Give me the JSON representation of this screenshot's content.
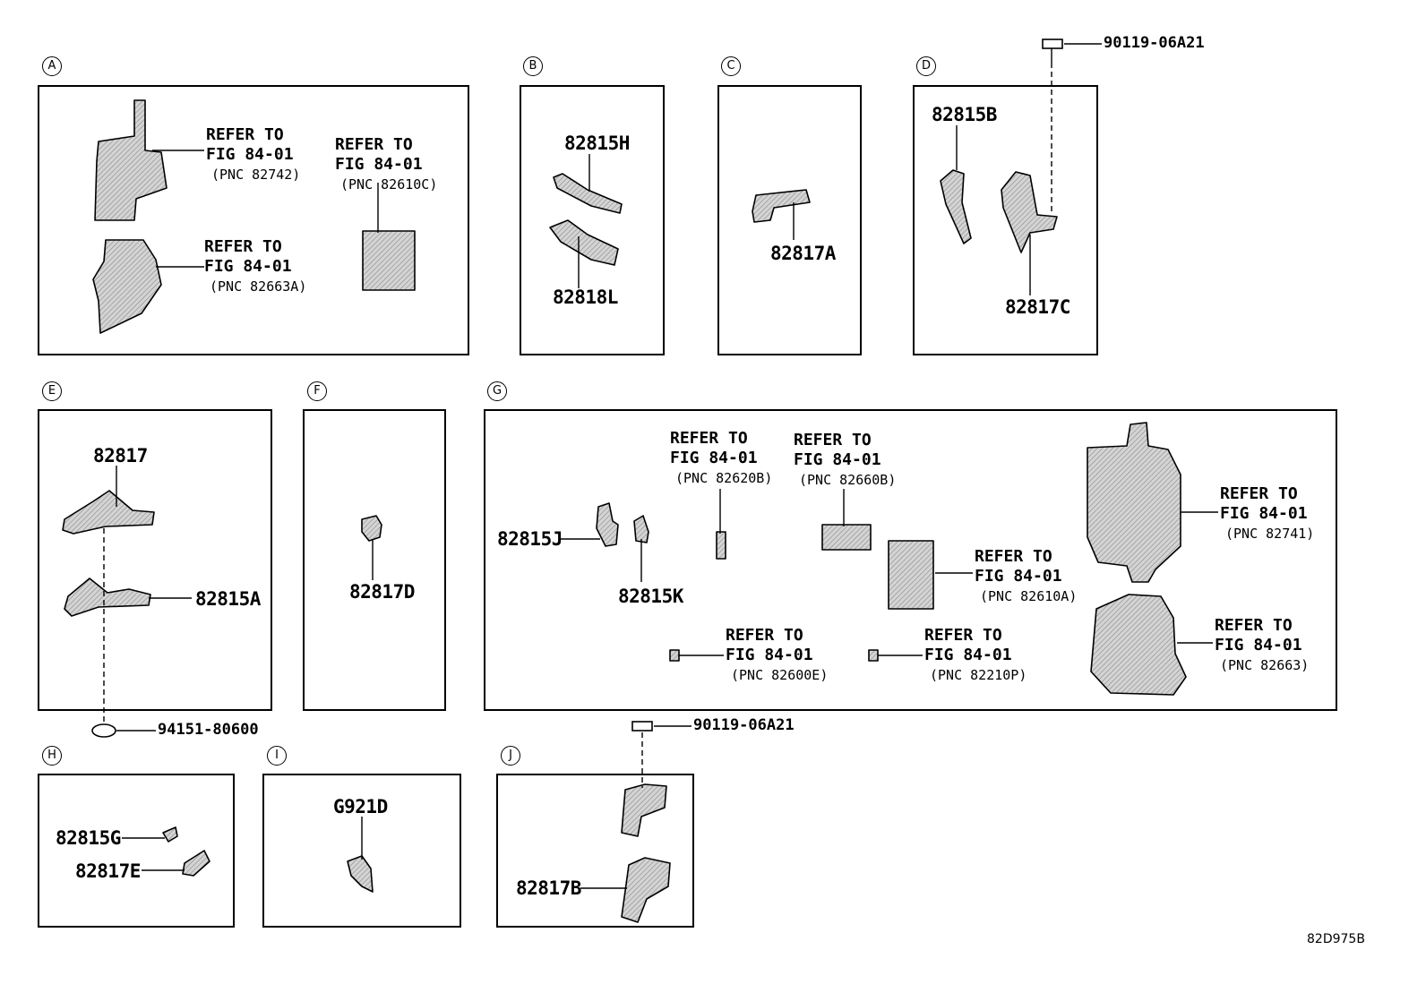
{
  "sections": {
    "A": {
      "label": "A",
      "ref1": {
        "line1": "REFER TO",
        "line2": "FIG 84-01",
        "line3": "(PNC 82742)"
      },
      "ref2": {
        "line1": "REFER TO",
        "line2": "FIG 84-01",
        "line3": "(PNC 82663A)"
      },
      "ref3": {
        "line1": "REFER TO",
        "line2": "FIG 84-01",
        "line3": "(PNC 82610C)"
      }
    },
    "B": {
      "label": "B",
      "parts": [
        "82815H",
        "82818L"
      ]
    },
    "C": {
      "label": "C",
      "parts": [
        "82817A"
      ]
    },
    "D": {
      "label": "D",
      "parts": [
        "82815B",
        "82817C"
      ],
      "bolt": "90119-06A21"
    },
    "E": {
      "label": "E",
      "parts": [
        "82817",
        "82815A"
      ],
      "clip": "94151-80600"
    },
    "F": {
      "label": "F",
      "parts": [
        "82817D"
      ]
    },
    "G": {
      "label": "G",
      "parts": [
        "82815J",
        "82815K"
      ],
      "ref1": {
        "line1": "REFER TO",
        "line2": "FIG 84-01",
        "line3": "(PNC 82620B)"
      },
      "ref2": {
        "line1": "REFER TO",
        "line2": "FIG 84-01",
        "line3": "(PNC 82660B)"
      },
      "ref3": {
        "line1": "REFER TO",
        "line2": "FIG 84-01",
        "line3": "(PNC 82741)"
      },
      "ref4": {
        "line1": "REFER TO",
        "line2": "FIG 84-01",
        "line3": "(PNC 82610A)"
      },
      "ref5": {
        "line1": "REFER TO",
        "line2": "FIG 84-01",
        "line3": "(PNC 82600E)"
      },
      "ref6": {
        "line1": "REFER TO",
        "line2": "FIG 84-01",
        "line3": "(PNC 82210P)"
      },
      "ref7": {
        "line1": "REFER TO",
        "line2": "FIG 84-01",
        "line3": "(PNC 82663)"
      }
    },
    "H": {
      "label": "H",
      "parts": [
        "82815G",
        "82817E"
      ]
    },
    "I": {
      "label": "I",
      "parts": [
        "G921D"
      ]
    },
    "J": {
      "label": "J",
      "parts": [
        "82817B"
      ],
      "bolt": "90119-06A21"
    }
  },
  "diagram_code": "82D975B"
}
